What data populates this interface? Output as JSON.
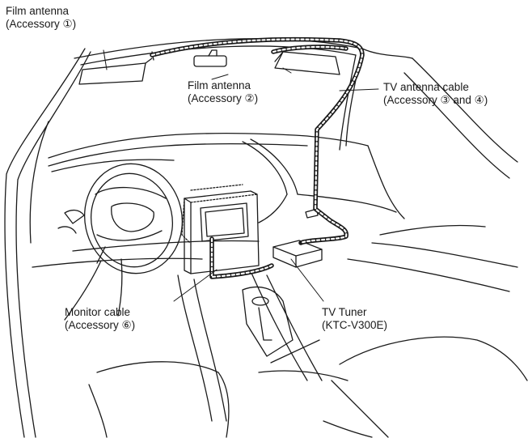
{
  "labels": {
    "film_antenna_left": {
      "line1": "Film antenna",
      "line2": "(Accessory ①)"
    },
    "film_antenna_right": {
      "line1": "Film antenna",
      "line2": "(Accessory ②)"
    },
    "tv_antenna_cable": {
      "line1": "TV antenna cable",
      "line2": "(Accessory ③ and ④)"
    },
    "monitor_cable": {
      "line1": "Monitor cable",
      "line2": "(Accessory ⑥)"
    },
    "tv_tuner": {
      "line1": "TV Tuner",
      "line2": "(KTC-V300E)"
    }
  },
  "colors": {
    "line": "#1a1a1a",
    "cable": "#1a1a1a",
    "cable_core": "#ffffff",
    "background": "#ffffff"
  }
}
